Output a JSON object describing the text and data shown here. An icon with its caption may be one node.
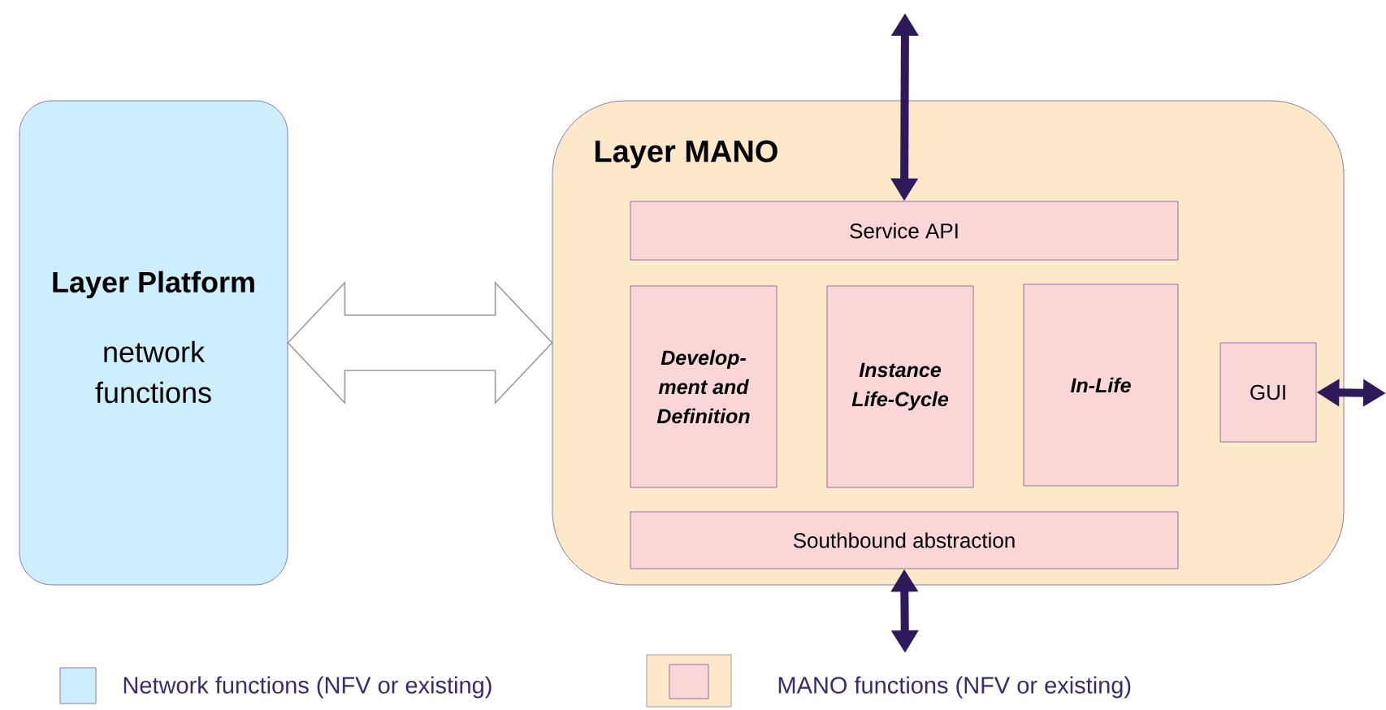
{
  "diagram": {
    "nodes": [
      {
        "text": [
          "Layer Platform",
          "network functions"
        ]
      },
      {
        "text": [
          "Layer MANO"
        ]
      },
      {
        "text": [
          "Service API"
        ],
        "in": 1
      },
      {
        "text": [
          "Develop-ment and Definition"
        ],
        "in": 1
      },
      {
        "text": [
          "Instance Life-Cycle"
        ],
        "in": 1
      },
      {
        "text": [
          "In-Life"
        ],
        "in": 1
      },
      {
        "text": [
          "GUI"
        ],
        "in": 1
      },
      {
        "text": [
          "Southbound abstraction"
        ],
        "in": 1
      }
    ],
    "edges": [
      {
        "from": 0,
        "to": 1,
        "arrow": "both",
        "color": "#9a9a9a"
      },
      {
        "from": null,
        "to": 2,
        "arrow": "both"
      },
      {
        "from": 7,
        "to": null,
        "arrow": "both"
      },
      {
        "from": 6,
        "to": null,
        "arrow": "both"
      }
    ],
    "legend": [
      {
        "text": "Network functions (NFV or existing)",
        "color": "#cdeefc"
      },
      {
        "text": "MANO functions (NFV or existing)"
      }
    ]
  }
}
